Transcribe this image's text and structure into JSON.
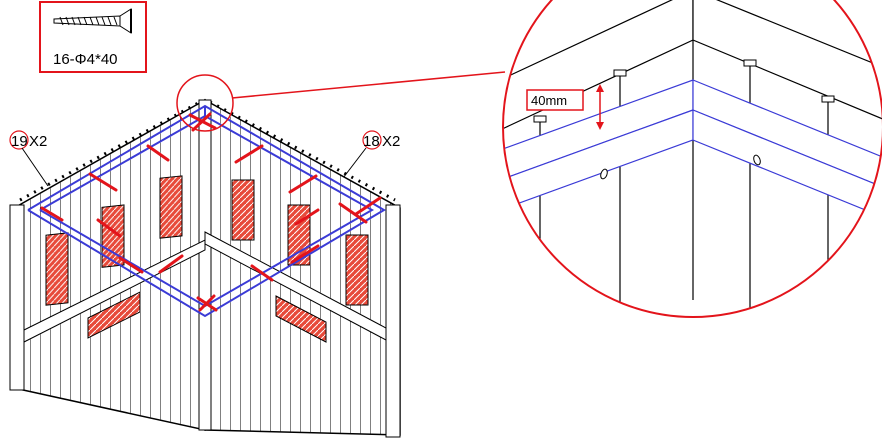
{
  "screw_box": {
    "label": "16-Φ4*40",
    "icon": "screw-icon",
    "border_color": "#e3141b"
  },
  "callouts": [
    {
      "number": "19",
      "multiplier": "X2"
    },
    {
      "number": "18",
      "multiplier": "X2"
    }
  ],
  "detail": {
    "dimension_label": "40mm"
  },
  "colors": {
    "accent_red": "#e3141b",
    "frame_blue": "#3b3bd6",
    "line_black": "#000000"
  }
}
